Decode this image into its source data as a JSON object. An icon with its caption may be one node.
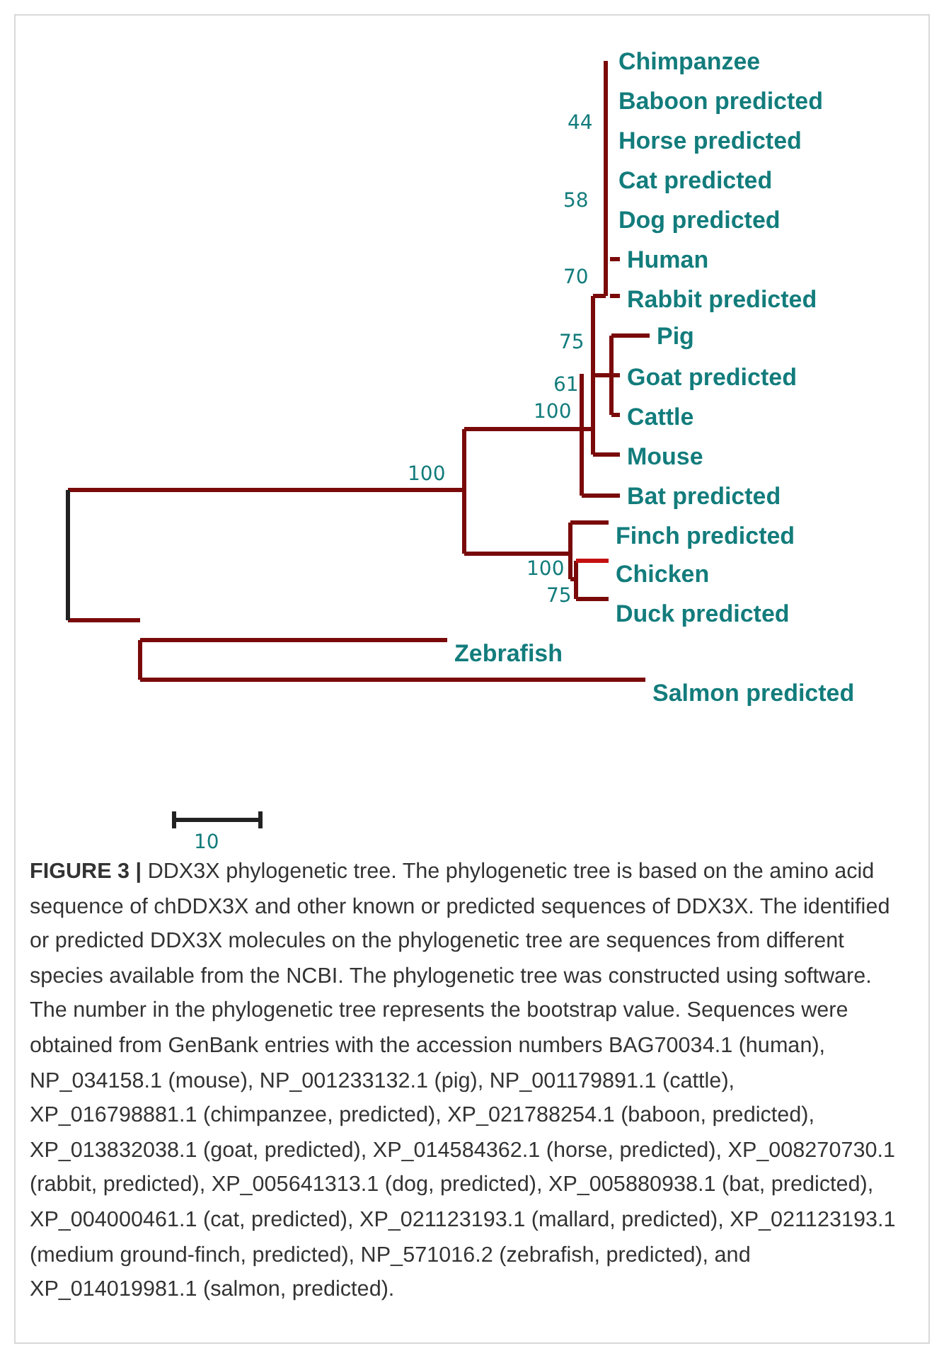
{
  "diagram": {
    "caption": "**FIGURE 3 |** DDX3X phylogenetic tree. The phylogenetic tree is based on the amino acid sequence of chDDX3X and other known or predicted sequences of DDX3X. The identified or predicted DDX3X molecules on the phylogenetic tree are sequences from different species available from the NCBI. The phylogenetic tree was constructed using software. The number in the phylogenetic tree represents the bootstrap value. Sequences were obtained from GenBank entries with the accession numbers BAG70034.1 (human), NP_034158.1 (mouse), NP_001233132.1 (pig), NP_001179891.1 (cattle), XP_016798881.1 (chimpanzee, predicted), XP_021788254.1 (baboon, predicted), XP_013832038.1 (goat, predicted), XP_014584362.1 (horse, predicted), XP_008270730.1 (rabbit, predicted), XP_005641313.1 (dog, predicted), XP_005880938.1 (bat, predicted), XP_004000461.1 (cat, predicted), XP_021123193.1 (mallard, predicted), XP_021123193.1 (medium ground-finch, predicted), NP_571016.2 (zebrafish, predicted), and XP_014019981.1 (salmon, predicted).",
    "labels": [
      "Chimpanzee",
      "Baboon predicted",
      "44",
      "Horse predicted",
      "Cat predicted",
      "58",
      "Dog predicted",
      "Human",
      "70",
      "Rabbit predicted",
      "Pig",
      "75",
      "Goat predicted",
      "61",
      "Cattle",
      "100",
      "Mouse",
      "100",
      "Bat predicted",
      "Finch predicted",
      "100",
      "Chicken",
      "75",
      "Duck predicted",
      "Zebrafish",
      "Salmon predicted",
      "10"
    ]
  }
}
